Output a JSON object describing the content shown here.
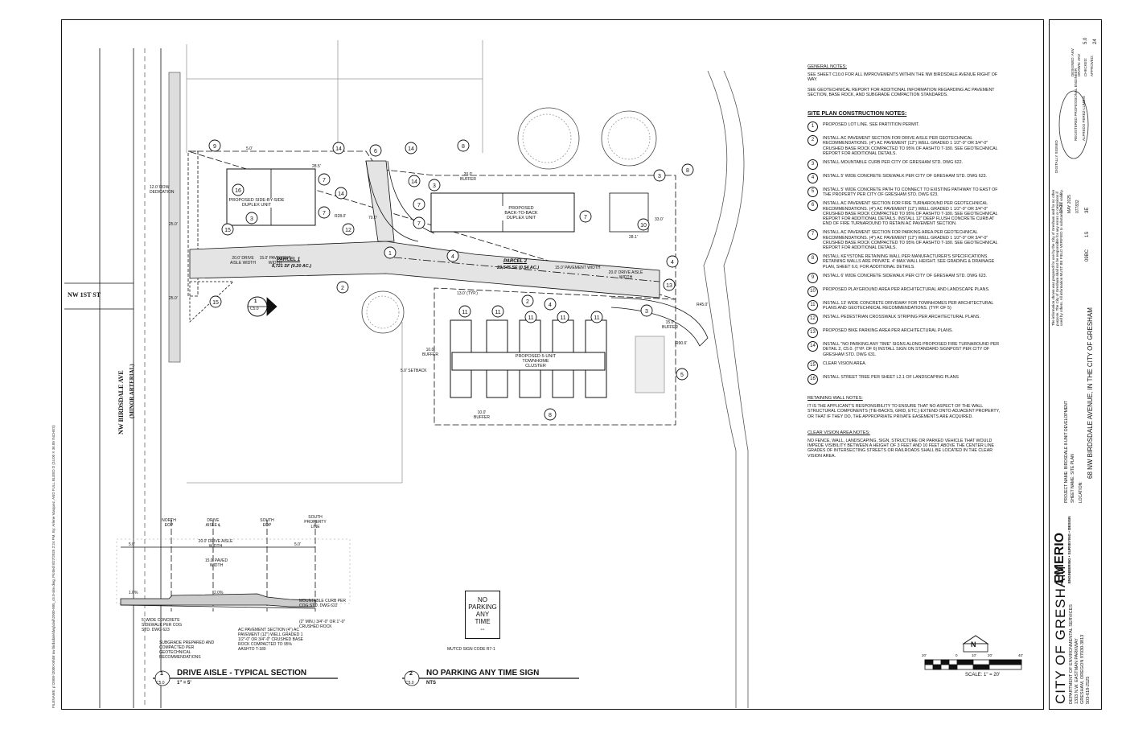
{
  "streets": {
    "first_st": "NW 1ST ST",
    "birdsdale": "NW BIRDSDALE AVE",
    "birdsdale_class": "(MINOR ARTERIAL)"
  },
  "parcels": {
    "p1_name": "PARCEL 1",
    "p1_area": "8,721 SF (0.20 AC.)",
    "p2_name": "PARCEL 2",
    "p2_area": "23,545 SF (0.54 AC.)"
  },
  "units": {
    "duplex_side": "PROPOSED SIDE-BY-SIDE DUPLEX UNIT",
    "duplex_back": "PROPOSED BACK-TO-BACK DUPLEX UNIT",
    "townhome": "PROPOSED 5-UNIT TOWNHOME CLUSTER"
  },
  "dims": {
    "row_dedication": "12.0' ROW DEDICATION",
    "drive_aisle_width": "20.0' DRIVE AISLE WIDTH",
    "pavement_width": "15.0' PAVEMENT WIDTH",
    "pavement_width2": "15.0' PAVEMENT WIDTH",
    "drive_aisle_width2": "20.0' DRIVE AISLE WIDTH",
    "buffer_20": "20.0' BUFFER",
    "buffer_10": "10.0' BUFFER",
    "buffer_10b": "10.0' BUFFER",
    "buffer_15": "15.0' BUFFER",
    "setback": "5.0' SETBACK",
    "typ": "13.0' (TYP.)",
    "d25a": "25.0'",
    "d25b": "25.0'",
    "d5": "5.0'",
    "d28": "28.5'",
    "r28": "R28.0'",
    "d70": "70.0'",
    "r45": "R45.0'",
    "r90": "R90.6'",
    "d33": "33.0'",
    "d28b": "28.1'"
  },
  "section_ref": {
    "num": "1",
    "sheet": "C5.0"
  },
  "general_notes": {
    "heading": "GENERAL NOTES:",
    "n1": "SEE SHEET C10.0 FOR ALL IMPROVEMENTS WITHIN THE NW BIRDSDALE AVENUE RIGHT OF WAY.",
    "n2": "SEE GEOTECHNICAL REPORT FOR ADDITIONAL INFORMATION REGARDING AC PAVEMENT SECTION, BASE ROCK, AND SUBGRADE COMPACTION STANDARDS."
  },
  "construction_notes": {
    "heading": "SITE PLAN CONSTRUCTION NOTES:",
    "items": [
      {
        "n": "1",
        "t": "PROPOSED LOT LINE. SEE PARTITION PERMIT."
      },
      {
        "n": "2",
        "t": "INSTALL AC PAVEMENT SECTION FOR DRIVE AISLE PER GEOTECHNICAL RECOMMENDATIONS. (4\") AC PAVEMENT (12\") WELL GRADED 1 1/2\"-0\" OR 3/4\"-0\" CRUSHED BASE ROCK COMPACTED TO 95% OF AASHTO T-180. SEE GEOTECHNICAL REPORT FOR ADDITIONAL DETAILS."
      },
      {
        "n": "3",
        "t": "INSTALL MOUNTABLE CURB PER CITY OF GRESHAM STD. DWG 622."
      },
      {
        "n": "4",
        "t": "INSTALL 5' WIDE CONCRETE SIDEWALK PER CITY OF GRESHAM STD. DWG 623."
      },
      {
        "n": "5",
        "t": "INSTALL 5' WIDE CONCRETE PATH TO CONNECT TO EXISTING PATHWAY TO EAST OF THE PROPERTY PER CITY OF GRESHAM STD. DWG 623."
      },
      {
        "n": "6",
        "t": "INSTALL AC PAVEMENT SECTION FOR FIRE TURNAROUND PER GEOTECHNICAL RECOMMENDATIONS. (4\") AC PAVEMENT (12\") WELL GRADED 1 1/2\"-0\" OR 3/4\"-0\" CRUSHED BASE ROCK COMPACTED TO 95% OF AASHTO T-180. SEE GEOTECHNICAL REPORT FOR ADDITIONAL DETAILS. INSTALL 12\" DEEP FLUSH CONCRETE CURB AT END OF FIRE TURNAROUND TO RETAIN AC PAVEMENT SECTION."
      },
      {
        "n": "7",
        "t": "INSTALL AC PAVEMENT SECTION FOR PARKING AREA PER GEOTECHNICAL RECOMMENDATIONS. (4\") AC PAVEMENT (12\") WELL GRADED 1 1/2\"-0\" OR 3/4\"-0\" CRUSHED BASE ROCK COMPACTED TO 95% OF AASHTO T-180. SEE GEOTECHNICAL REPORT FOR ADDITIONAL DETAILS."
      },
      {
        "n": "8",
        "t": "INSTALL KEYSTONE RETAINING WALL PER MANUFACTURER'S SPECIFICATIONS. RETAINING WALLS ARE PRIVATE. 4' MAX WALL HEIGHT. SEE GRADING & DRAINAGE PLAN, SHEET 6.0, FOR ADDITIONAL DETAILS."
      },
      {
        "n": "9",
        "t": "INSTALL 6' WIDE CONCRETE SIDEWALK PER CITY OF GRESHAM STD. DWG 623."
      },
      {
        "n": "10",
        "t": "PROPOSED PLAYGROUND AREA PER ARCHITECTURAL AND LANDSCAPE PLANS."
      },
      {
        "n": "11",
        "t": "INSTALL 13' WIDE CONCRETE DRIVEWAY FOR TOWNHOMES PER ARCHITECTURAL PLANS AND GEOTECHNICAL RECOMMENDATIONS. (TYP. OF 5)"
      },
      {
        "n": "12",
        "t": "INSTALL PEDESTRIAN CROSSWALK STRIPING PER ARCHITECTURAL PLANS."
      },
      {
        "n": "13",
        "t": "PROPOSED BIKE PARKING AREA PER ARCHITECTURAL PLANS."
      },
      {
        "n": "14",
        "t": "INSTALL \"NO PARKING ANY TIME\" SIGNS ALONG PROPOSED FIRE TURNAROUND PER DETAIL 2, C5.0. (TYP. OF 6) INSTALL SIGN ON STANDARD SIGNPOST PER CITY OF GRESHAM STD. DWG 631."
      },
      {
        "n": "15",
        "t": "CLEAR VISION AREA."
      },
      {
        "n": "16",
        "t": "INSTALL STREET TREE PER SHEET L2.1 OF LANDSCAPING PLANS"
      }
    ]
  },
  "retaining_notes": {
    "heading": "RETAINING WALL NOTES:",
    "text": "IT IS THE APPLICANT'S RESPONSIBILITY TO ENSURE THAT NO ASPECT OF THE WALL STRUCTURAL COMPONENTS (TIE-BACKS, GRID, ETC.) EXTEND ONTO ADJACENT PROPERTY, OR THAT IF THEY DO, THE APPROPRIATE PRIVATE EASEMENTS ARE ACQUIRED."
  },
  "clear_vision_notes": {
    "heading": "CLEAR VISION AREA NOTES:",
    "text": "NO FENCE, WALL, LANDSCAPING, SIGN, STRUCTURE OR PARKED VEHICLE THAT WOULD IMPEDE VISIBILITY BETWEEN A HEIGHT OF 3 FEET AND 10 FEET ABOVE THE CENTER LINE GRADES OF INTERSECTING STREETS OR RAILROADS SHALL BE LOCATED IN THE CLEAR VISION AREA."
  },
  "section_detail": {
    "north_eop": "NORTH EOP",
    "drive_aisle_cl": "DRIVE AISLE ℄",
    "south_eop": "SOUTH EOP",
    "south_pl": "SOUTH PROPERTY LINE",
    "d5a": "5.0'",
    "d5b": "5.0'",
    "aisle": "20.0' DRIVE AISLE WIDTH",
    "paved": "15.0' PAVED WIDTH",
    "slope1": "1.0%",
    "slope2": "2.0%",
    "callout_curb": "MOUNTABLE CURB PER COG STD. DWG 622",
    "callout_rock": "(2\" MIN.) 3/4\"-0\" OR 1\"-0\" CRUSHED ROCK",
    "callout_ac": "AC PAVEMENT SECTION (4\") AC PAVEMENT (12\") WELL GRADED 1 1/2\"-0\" OR 3/4\"-0\" CRUSHED BASE ROCK COMPACTED TO 95% AASHTO T-180",
    "callout_walk": "5' WIDE CONCRETE SIDEWALK PER COG STD. DWG 623",
    "callout_sub": "SUBGRADE PREPARED AND COMPACTED PER GEOTECHNICAL RECOMMENDATIONS"
  },
  "detail1": {
    "num": "1",
    "sheet": "C5.0",
    "title": "DRIVE AISLE - TYPICAL SECTION",
    "scale": "1\" = 5'"
  },
  "detail2": {
    "num": "2",
    "sheet": "C5.0",
    "title": "NO PARKING ANY TIME SIGN",
    "scale": "NTS"
  },
  "sign": {
    "l1": "NO",
    "l2": "PARKING",
    "l3": "ANY",
    "l4": "TIME",
    "arrow": "⇔",
    "code": "MUTCD SIGN CODE R7-1"
  },
  "north": "N",
  "scale_bar": {
    "ticks": [
      "20'",
      "0",
      "10'",
      "20'",
      "40'"
    ],
    "text": "SCALE: 1\" = 20'"
  },
  "titleblock": {
    "city": "CITY OF GRESHAM",
    "dept": "DEPARTMENT OF ENVIRONMENTAL SERVICES",
    "addr1": "1333 N.W. EASTMAN PARKWAY",
    "addr2": "GRESHAM, OREGON 97030-3813",
    "phone": "503-618-2525",
    "firm": "EMERIO",
    "firm_sub": "ENGINEERING • SURVEYING • DESIGN",
    "project": "PROJECT NAME: BIRDSDALE 8-UNIT DEVELOPMENT",
    "sheet_name": "SHEET NAME: SITE PLAN",
    "location_label": "LOCATION:",
    "location": "68 NW BIRDSDALE AVENUE, IN THE CITY OF GRESHAM",
    "scale": "1\"=20'",
    "date": "MAY 2025",
    "project_no": "077832",
    "section": "09BC",
    "township": "1S",
    "range": "3E",
    "designed": "DESIGNED: AKV",
    "drawn": "DRAWN: AKV",
    "checked": "CHECKED:",
    "approved": "APPROVED:",
    "sheet_no": "5.0",
    "sheet_of": "24",
    "stamp": "REGISTERED PROFESSIONAL ENGINEER",
    "stamp_name": "ALFREDO PEREZ-LUMBIS",
    "signed": "DIGITALLY SIGNED",
    "disclaimer": "The information shown was prepared for use by the City of Gresham and for no other purpose. The City of Gresham shall not be responsible for any errors or omissions if used by others. All information MUST BE FIELD VERIFIED to substantiate its validity."
  },
  "filepath": "FILENAME: p:\\2000-\\2000-05\\68 nw birdsdale\\dwg\\civil\\2000-005_c5.0-site.dwg, Plotted 8/27/2025 2:24 PM, By: Arlene Vasquez, AND FULL BLEED D (24.00 X 36.00 INCHES)"
}
